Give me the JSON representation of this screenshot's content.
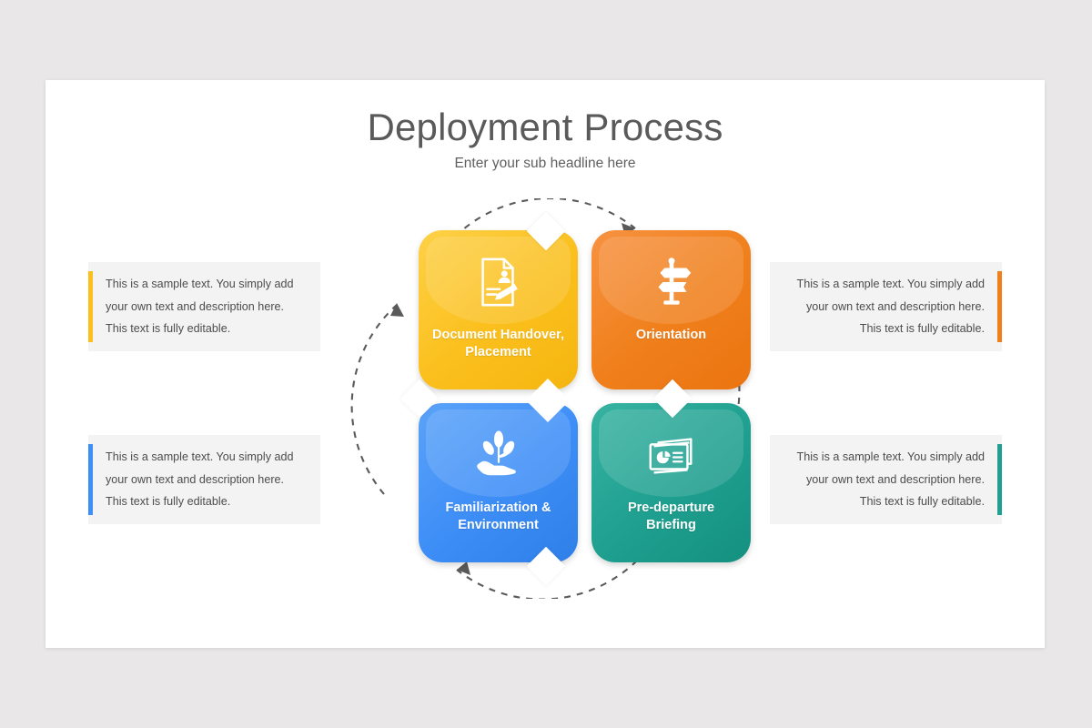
{
  "slide": {
    "title": "Deployment Process",
    "subtitle": "Enter your sub headline here",
    "background_color": "#e9e7e8",
    "surface_color": "#ffffff"
  },
  "cycle": {
    "direction": "clockwise",
    "arrow_color": "#5a5a5a",
    "arrow_style": "dashed",
    "steps": [
      {
        "label": "Document Handover,\nPlacement",
        "label_line1": "Document Handover,",
        "label_line2": "Placement",
        "color": "#fbc01e",
        "position": "top-left",
        "icon": "document-person-pen-icon"
      },
      {
        "label": "Orientation",
        "label_line1": "Orientation",
        "label_line2": "",
        "color": "#f0801c",
        "position": "top-right",
        "icon": "signpost-icon"
      },
      {
        "label": "Pre-departure\nBriefing",
        "label_line1": "Pre-departure",
        "label_line2": "Briefing",
        "color": "#1fa090",
        "position": "bottom-right",
        "icon": "presentation-slides-chart-icon"
      },
      {
        "label": "Familiarization &\nEnvironment",
        "label_line1": "Familiarization &",
        "label_line2": "Environment",
        "color": "#3e8ef7",
        "position": "bottom-left",
        "icon": "hand-holding-plant-icon"
      }
    ]
  },
  "text_boxes": [
    {
      "text": "This is a sample text. You simply add your own text and description here. This text is fully editable.",
      "accent_color": "#fbc01e",
      "side": "left",
      "align": "left",
      "linked_step": "Document Handover, Placement"
    },
    {
      "text": "This is a sample text. You simply add your own text and description here. This text is fully editable.",
      "accent_color": "#3e8ef7",
      "side": "left",
      "align": "left",
      "linked_step": "Familiarization & Environment"
    },
    {
      "text": "This is a sample text. You simply add your own text and description here. This text is fully editable.",
      "accent_color": "#f0801c",
      "side": "right",
      "align": "right",
      "linked_step": "Orientation"
    },
    {
      "text": "This is a sample text. You simply add your own text and description here. This text is fully editable.",
      "accent_color": "#1fa090",
      "side": "right",
      "align": "right",
      "linked_step": "Pre-departure Briefing"
    }
  ]
}
